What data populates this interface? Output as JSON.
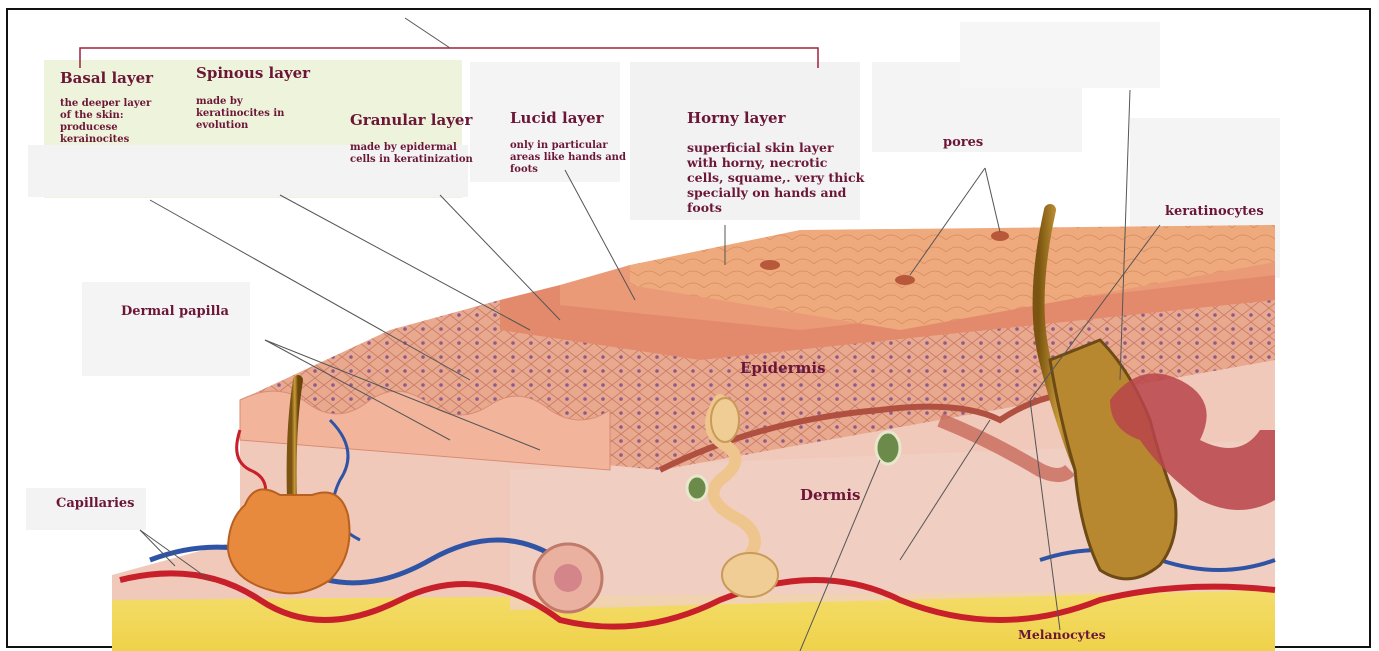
{
  "colors": {
    "label_text": "#6b1636",
    "bracket": "#a0203c",
    "green_box": "#eef3dc",
    "grey_box": "#f2f2f2",
    "fat": "#f1d94a",
    "skin_top": "#e9a27a",
    "dermis": "#f0c4b5"
  },
  "labels": {
    "basal_title": "Basal layer",
    "basal_desc_1": "the deeper layer",
    "basal_desc_2": "of the skin:",
    "basal_desc_3": "producese",
    "basal_desc_4": "kerainocites",
    "spinous_title": "Spinous layer",
    "spinous_desc_1": "made by",
    "spinous_desc_2": "keratinocites in",
    "spinous_desc_3": "evolution",
    "granular_title": "Granular layer",
    "granular_desc_1": "made by epidermal",
    "granular_desc_2": "cells in keratinization",
    "lucid_title": "Lucid layer",
    "lucid_desc_1": "only in particular",
    "lucid_desc_2": "areas like hands and",
    "lucid_desc_3": "foots",
    "horny_title": "Horny layer",
    "horny_desc_1": "superficial skin layer",
    "horny_desc_2": "with horny, necrotic",
    "horny_desc_3": "cells, squame,. very thick",
    "horny_desc_4": "specially on hands and",
    "horny_desc_5": "foots",
    "pores": "pores",
    "keratinocytes": "keratinocytes",
    "dermal_papilla": "Dermal papilla",
    "epidermis": "Epidermis",
    "dermis": "Dermis",
    "capillaries": "Capillaries",
    "melanocytes": "Melanocytes"
  },
  "icons": [
    "hair-follicle-illustration",
    "sweat-gland-illustration",
    "blood-vessel-illustration"
  ]
}
